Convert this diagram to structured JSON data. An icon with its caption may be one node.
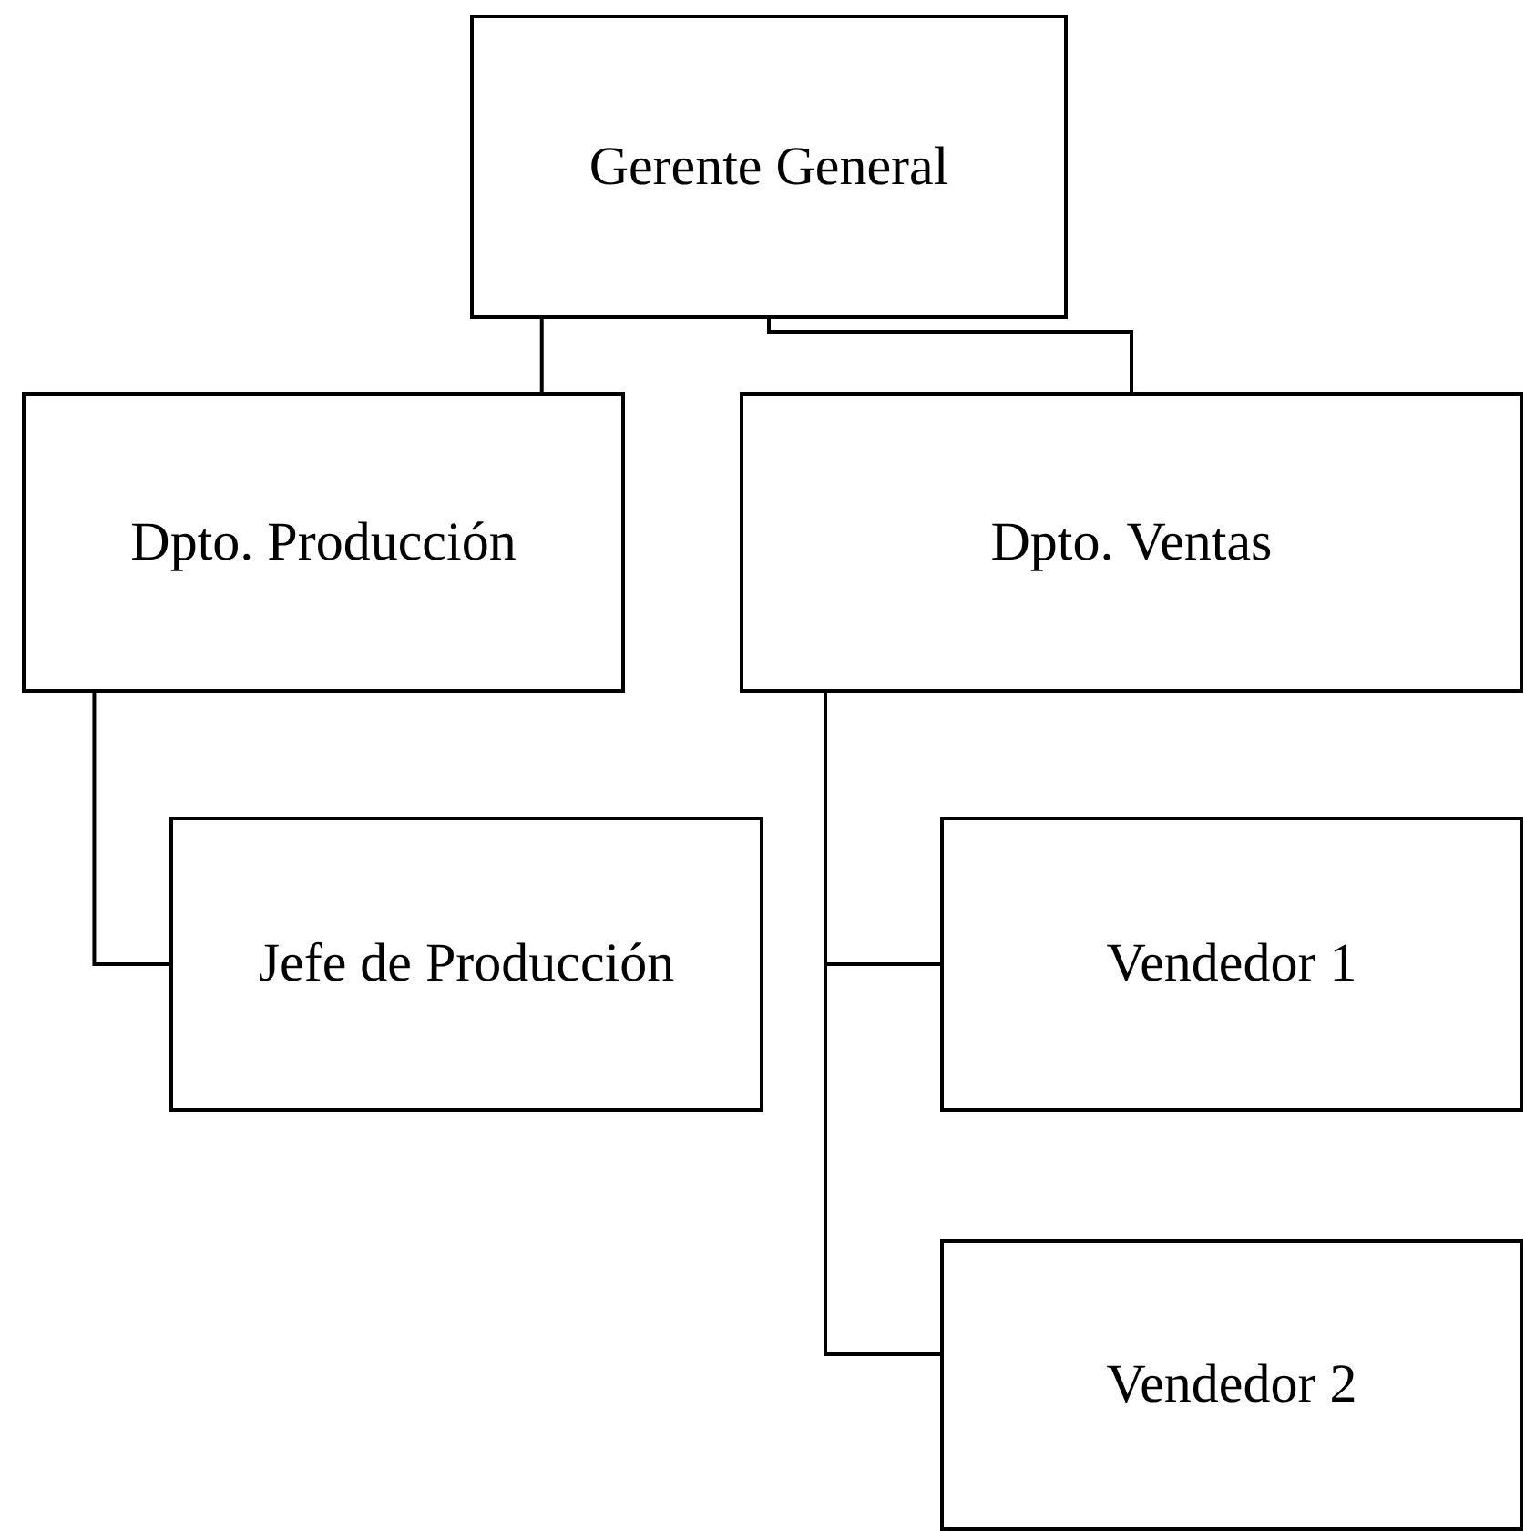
{
  "diagram": {
    "nodes": [
      {
        "text": [
          "Gerente General"
        ]
      },
      {
        "text": [
          "Dpto. Producción"
        ]
      },
      {
        "text": [
          "Dpto. Ventas"
        ]
      },
      {
        "text": [
          "Jefe de Producción"
        ]
      },
      {
        "text": [
          "Vendedor 1"
        ]
      },
      {
        "text": [
          "Vendedor 2"
        ]
      }
    ],
    "edges": [
      {
        "from": 0,
        "to": 1,
        "arrow": "none"
      },
      {
        "from": 0,
        "to": 2,
        "arrow": "none"
      },
      {
        "from": 1,
        "to": 3,
        "arrow": "none"
      },
      {
        "from": 2,
        "to": 4,
        "arrow": "none"
      },
      {
        "from": 2,
        "to": 5,
        "arrow": "none"
      }
    ]
  }
}
